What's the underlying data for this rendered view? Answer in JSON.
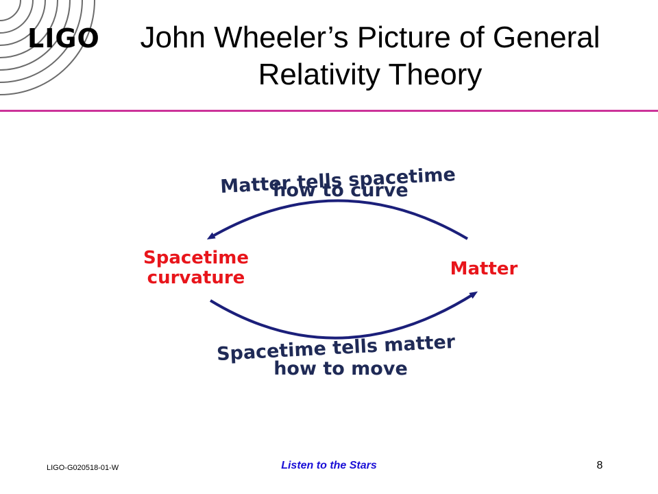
{
  "logo": {
    "text": "LIGO",
    "arc_color": "#6b6b6b"
  },
  "slide": {
    "title": "John Wheeler’s Picture of General Relativity Theory",
    "rule_color": "#cc3399"
  },
  "diagram": {
    "top_arc_label_line1": "Matter tells spacetime",
    "top_arc_label_line2": "how to curve",
    "bottom_arc_label_line1": "Spacetime tells matter",
    "bottom_arc_label_line2": "how to move",
    "node_left_line1": "Spacetime",
    "node_left_line2": "curvature",
    "node_right": "Matter",
    "node_color": "#e8151b",
    "label_color": "#1f2a56",
    "arrow_color": "#1b1f7a"
  },
  "footer": {
    "doc_id": "LIGO-G020518-01-W",
    "center_text": "Listen to the Stars",
    "page_number": "8",
    "center_color": "#1a0fd6"
  }
}
